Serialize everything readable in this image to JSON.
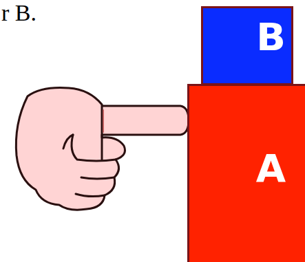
{
  "diagram": {
    "nodes": [
      {
        "text": [
          "B"
        ]
      },
      {
        "text": [
          "A"
        ]
      }
    ],
    "labels": [
      "r B."
    ]
  }
}
